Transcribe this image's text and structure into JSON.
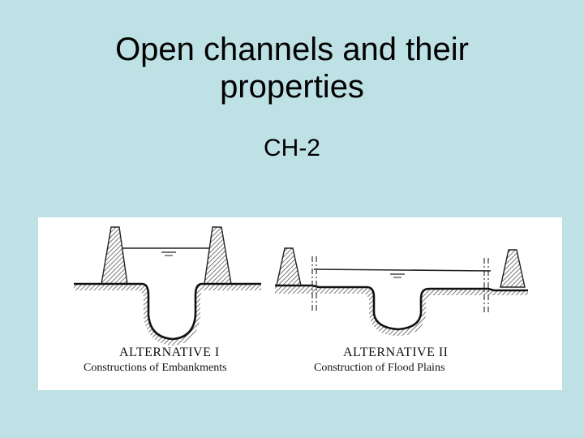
{
  "slide": {
    "title_line1": "Open channels and their",
    "title_line2": "properties",
    "subtitle": "CH-2"
  },
  "figure": {
    "alt1_label": "ALTERNATIVE I",
    "alt1_caption": "Constructions of Embankments",
    "alt2_label": "ALTERNATIVE II",
    "alt2_caption": "Construction of Flood Plains"
  },
  "colors": {
    "background": "#bde1e5",
    "figure_bg": "#ffffff",
    "ink": "#111111"
  }
}
